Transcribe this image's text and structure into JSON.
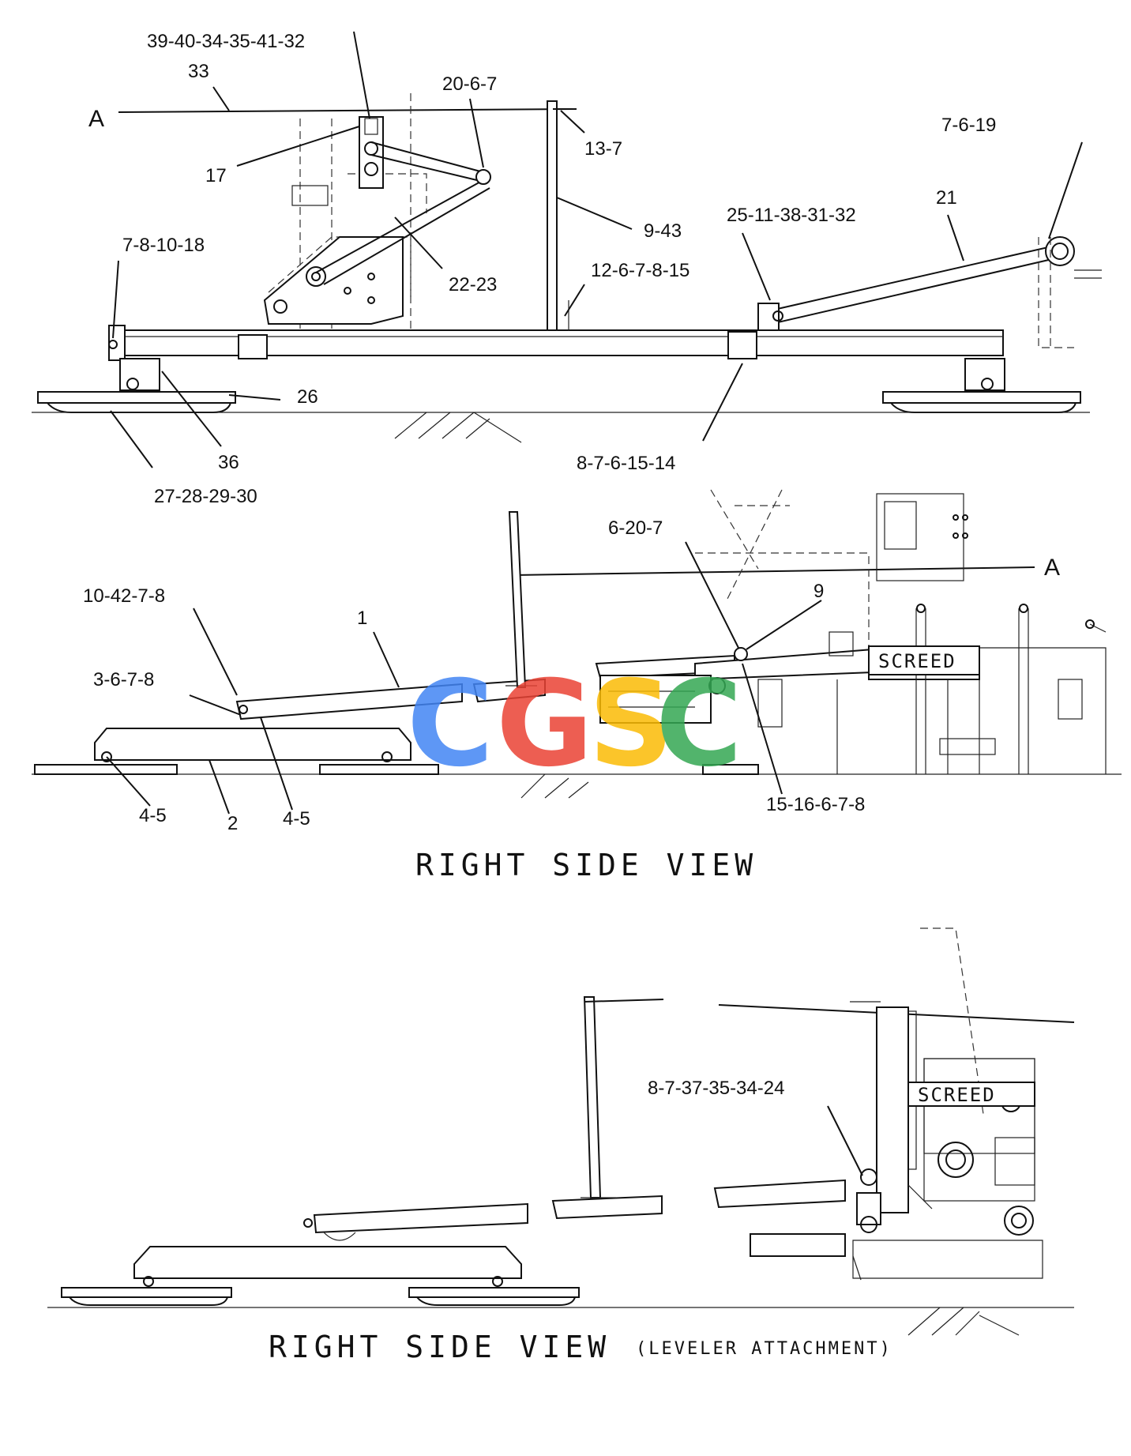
{
  "diagram": {
    "top_view": {
      "section_marker_left": "A",
      "callouts": [
        "39-40-34-35-41-32",
        "33",
        "20-6-7",
        "13-7",
        "17",
        "7-6-19",
        "9-43",
        "25-11-38-31-32",
        "21",
        "7-8-10-18",
        "22-23",
        "12-6-7-8-15",
        "26",
        "36",
        "8-7-6-15-14",
        "27-28-29-30"
      ]
    },
    "middle_view": {
      "section_marker_right": "A",
      "screed_label": "SCREED",
      "callouts": [
        "6-20-7",
        "9",
        "10-42-7-8",
        "1",
        "3-6-7-8",
        "4-5",
        "2",
        "4-5",
        "15-16-6-7-8"
      ],
      "view_title": "RIGHT SIDE VIEW"
    },
    "bottom_view": {
      "screed_label": "SCREED",
      "callouts": [
        "8-7-37-35-34-24"
      ],
      "view_title": "RIGHT SIDE VIEW",
      "view_subtitle": "(LEVELER ATTACHMENT)"
    },
    "watermark": "CGSC",
    "watermark_colors": [
      "#4285f4",
      "#ea4335",
      "#fbbc05",
      "#34a853"
    ]
  }
}
